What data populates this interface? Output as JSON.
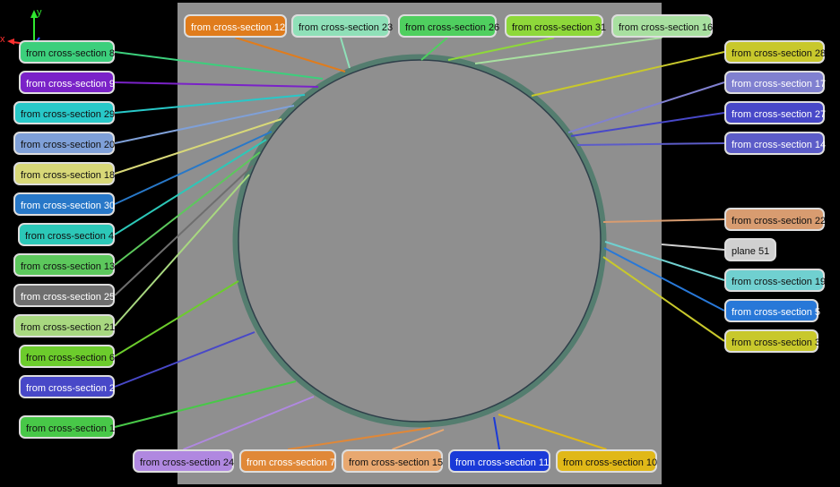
{
  "viewport": {
    "plane_color": "#8f8f8f",
    "background_color": "#000000",
    "axes": {
      "x_label": "x",
      "y_label": "y",
      "x_color": "#ff3030",
      "y_color": "#30e830",
      "z_color": "#3050ff"
    }
  },
  "labels": [
    {
      "id": "cs12",
      "text": "from cross-section 12",
      "color": "#e07c1c",
      "dark": false
    },
    {
      "id": "cs23",
      "text": "from cross-section 23",
      "color": "#8fe0b8",
      "dark": true
    },
    {
      "id": "cs26",
      "text": "from cross-section 26",
      "color": "#4fcf5f",
      "dark": true
    },
    {
      "id": "cs31",
      "text": "from cross-section 31",
      "color": "#8ed83a",
      "dark": true
    },
    {
      "id": "cs16",
      "text": "from cross-section 16",
      "color": "#a8e0a0",
      "dark": true
    },
    {
      "id": "cs8",
      "text": "from cross-section 8",
      "color": "#3ccf7c",
      "dark": true
    },
    {
      "id": "cs9",
      "text": "from cross-section 9",
      "color": "#7a22c8",
      "dark": false
    },
    {
      "id": "cs29",
      "text": "from cross-section 29",
      "color": "#28c8c8",
      "dark": true
    },
    {
      "id": "cs20",
      "text": "from cross-section 20",
      "color": "#7fa0d8",
      "dark": true
    },
    {
      "id": "cs18",
      "text": "from cross-section 18",
      "color": "#d8d878",
      "dark": true
    },
    {
      "id": "cs30",
      "text": "from cross-section 30",
      "color": "#2878c8",
      "dark": false
    },
    {
      "id": "cs4",
      "text": "from cross-section 4",
      "color": "#2cc8b8",
      "dark": true
    },
    {
      "id": "cs13",
      "text": "from cross-section 13",
      "color": "#5cc85c",
      "dark": true
    },
    {
      "id": "cs25",
      "text": "from cross-section 25",
      "color": "#6e6e6e",
      "dark": false
    },
    {
      "id": "cs21",
      "text": "from cross-section 21",
      "color": "#a8d880",
      "dark": true
    },
    {
      "id": "cs6",
      "text": "from cross-section 6",
      "color": "#6ccc2c",
      "dark": true
    },
    {
      "id": "cs2",
      "text": "from cross-section 2",
      "color": "#4848c8",
      "dark": false
    },
    {
      "id": "cs1",
      "text": "from cross-section 1",
      "color": "#48c848",
      "dark": true
    },
    {
      "id": "cs28",
      "text": "from cross-section 28",
      "color": "#c8c82c",
      "dark": true
    },
    {
      "id": "cs17",
      "text": "from cross-section 17",
      "color": "#8080d0",
      "dark": false
    },
    {
      "id": "cs27",
      "text": "from cross-section 27",
      "color": "#4848c8",
      "dark": false
    },
    {
      "id": "cs14",
      "text": "from cross-section 14",
      "color": "#5c5cc8",
      "dark": false
    },
    {
      "id": "cs22",
      "text": "from cross-section 22",
      "color": "#d89c70",
      "dark": true
    },
    {
      "id": "p51",
      "text": "plane 51",
      "color": "#d0d0d0",
      "dark": true
    },
    {
      "id": "cs19",
      "text": "from cross-section 19",
      "color": "#70d0d0",
      "dark": true
    },
    {
      "id": "cs5",
      "text": "from cross-section 5",
      "color": "#2878d8",
      "dark": false
    },
    {
      "id": "cs3",
      "text": "from cross-section 3",
      "color": "#c8c82c",
      "dark": true
    },
    {
      "id": "cs24",
      "text": "from cross-section 24",
      "color": "#b088e0",
      "dark": true
    },
    {
      "id": "cs7",
      "text": "from cross-section 7",
      "color": "#e08838",
      "dark": false
    },
    {
      "id": "cs15",
      "text": "from cross-section 15",
      "color": "#e8a870",
      "dark": true
    },
    {
      "id": "cs11",
      "text": "from cross-section 11",
      "color": "#1a3ad8",
      "dark": false
    },
    {
      "id": "cs10",
      "text": "from cross-section 10",
      "color": "#e0b818",
      "dark": true
    }
  ]
}
